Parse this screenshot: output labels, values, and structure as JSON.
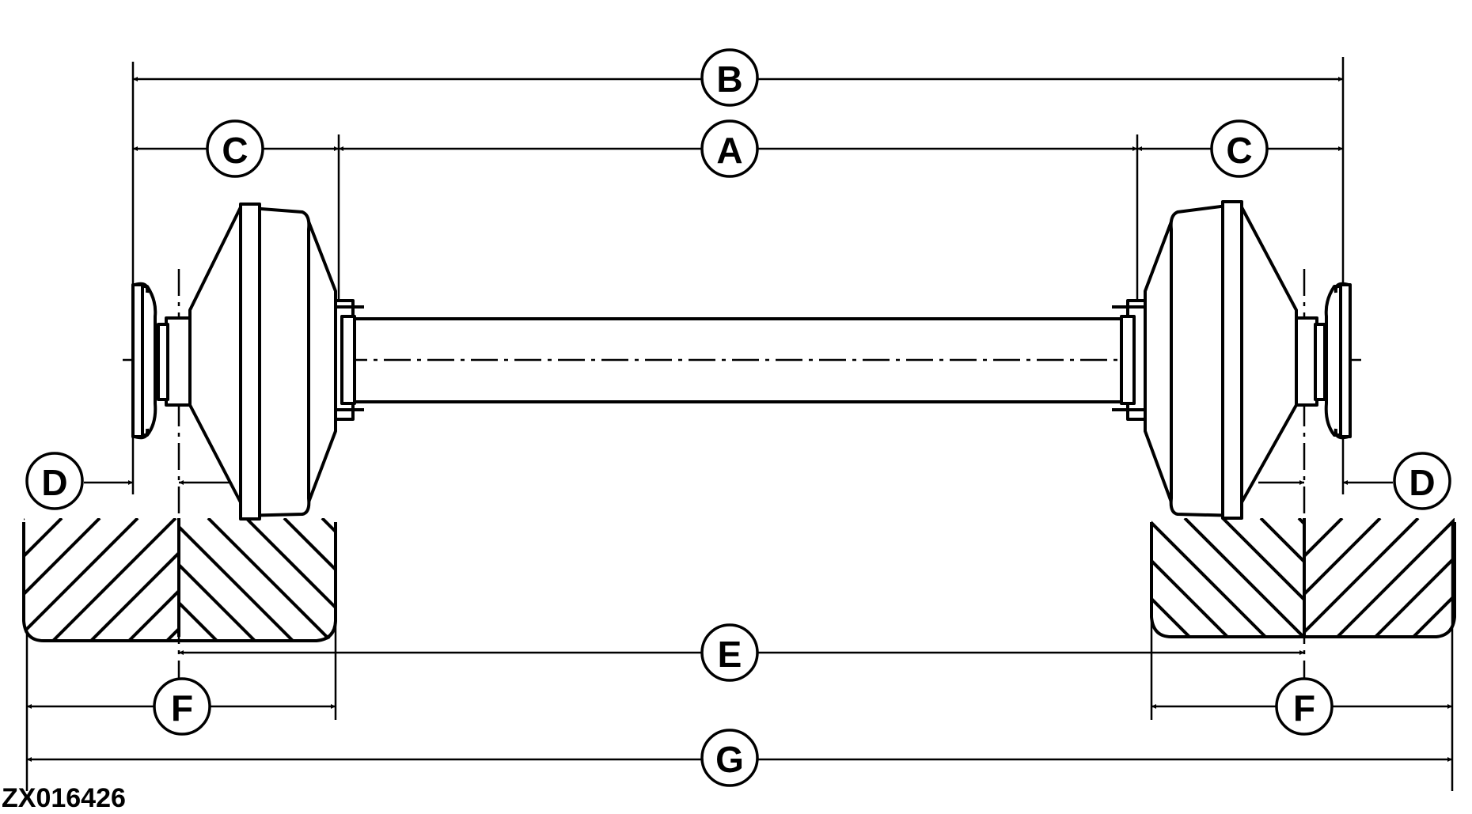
{
  "labels": {
    "A": "A",
    "B": "B",
    "C": "C",
    "D": "D",
    "E": "E",
    "F": "F",
    "G": "G"
  },
  "figure_id": "ZX016426"
}
